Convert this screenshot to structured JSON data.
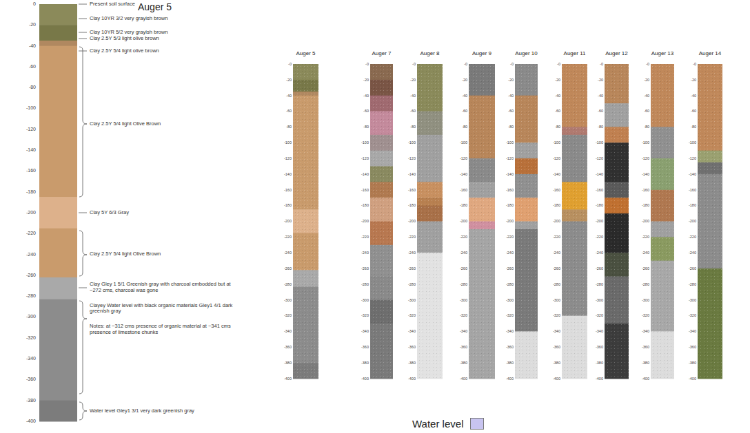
{
  "diagram": {
    "nodes": [
      {
        "text": [
          "Auger 5"
        ]
      },
      {
        "text": [
          "Auger 5"
        ]
      },
      {
        "text": [
          "Auger 7"
        ]
      },
      {
        "text": [
          "Auger 8"
        ]
      },
      {
        "text": [
          "Auger 9"
        ]
      },
      {
        "text": [
          "Auger 10"
        ]
      },
      {
        "text": [
          "Auger 11"
        ]
      },
      {
        "text": [
          "Auger 12"
        ]
      },
      {
        "text": [
          "Auger 13"
        ]
      },
      {
        "text": [
          "Auger 14"
        ]
      }
    ],
    "labels": [
      "0",
      "-20",
      "-40",
      "-60",
      "-80",
      "-100",
      "-120",
      "-140",
      "-160",
      "-180",
      "-200",
      "-220",
      "-240",
      "-260",
      "-280",
      "-300",
      "-320",
      "-340",
      "-360",
      "-380",
      "-400",
      "Present soil surface",
      "Clay 10YR 3/2 very grayish brown",
      "Clay 10YR 5/2 very grayish brown",
      "Clay 2.5Y 5/3 light olive brown",
      "Clay 2.5Y 5/4 light olive brown",
      "Clay 2.5Y 5/4 light Olive Brown",
      "Clay 5Y 6/3 Gray",
      "Clay 2.5Y 5/4 light Olive Brown",
      "Clay Gley 1 5/1 Greenish gray with charcoal embodded but at ~272 cms, charcoal was gone",
      "Clayey Water level with black organic materials Gley1 4/1 dark greenish gray",
      "Notes: at ~312 cms presence of organic material at ~341 cms presence of limestone chunks",
      "Water level Gley1 3/1 very dark greenish gray",
      "-0",
      "-20",
      "-40",
      "-60",
      "-80",
      "-100",
      "-120",
      "-140",
      "-160",
      "-180",
      "-200",
      "-220",
      "-240",
      "-260",
      "-280",
      "-300",
      "-320",
      "-340",
      "-360",
      "-380",
      "-400",
      "-0",
      "-20",
      "-40",
      "-60",
      "-80",
      "-100",
      "-120",
      "-140",
      "-160",
      "-180",
      "-200",
      "-220",
      "-240",
      "-260",
      "-280",
      "-300",
      "-320",
      "-340",
      "-360",
      "-380",
      "-400",
      "-0",
      "-20",
      "-40",
      "-60",
      "-80",
      "-100",
      "-120",
      "-140",
      "-160",
      "-180",
      "-200",
      "-220",
      "-240",
      "-260",
      "-280",
      "-300",
      "-320",
      "-340",
      "-360",
      "-380",
      "-400",
      "-0",
      "-20",
      "-40",
      "-60",
      "-80",
      "-100",
      "-120",
      "-140",
      "-160",
      "-180",
      "-200",
      "-220",
      "-240",
      "-260",
      "-280",
      "-300",
      "-320",
      "-340",
      "-360",
      "-380",
      "-400",
      "-0",
      "-20",
      "-40",
      "-60",
      "-80",
      "-100",
      "-120",
      "-140",
      "-160",
      "-180",
      "-200",
      "-220",
      "-240",
      "-260",
      "-280",
      "-300",
      "-320",
      "-340",
      "-360",
      "-380",
      "-400",
      "-0",
      "-20",
      "-40",
      "-60",
      "-80",
      "-100",
      "-120",
      "-140",
      "-160",
      "-180",
      "-200",
      "-220",
      "-240",
      "-260",
      "-280",
      "-300",
      "-320",
      "-340",
      "-360",
      "-380",
      "-400",
      "-0",
      "-20",
      "-40",
      "-60",
      "-80",
      "-100",
      "-120",
      "-140",
      "-160",
      "-180",
      "-200",
      "-220",
      "-240",
      "-260",
      "-280",
      "-300",
      "-320",
      "-340",
      "-360",
      "-380",
      "-400",
      "-0",
      "-20",
      "-40",
      "-60",
      "-80",
      "-100",
      "-120",
      "-140",
      "-160",
      "-180",
      "-200",
      "-220",
      "-240",
      "-260",
      "-280",
      "-300",
      "-320",
      "-340",
      "-360",
      "-380",
      "-400",
      "-0",
      "-20",
      "-40",
      "-60",
      "-80",
      "-100",
      "-120",
      "-140",
      "-160",
      "-180",
      "-200",
      "-220",
      "-240",
      "-260",
      "-280",
      "-300",
      "-320",
      "-340",
      "-360",
      "-380",
      "-400"
    ],
    "legend": [
      {
        "text": "Water level",
        "color": "#c8c4f0"
      }
    ]
  }
}
